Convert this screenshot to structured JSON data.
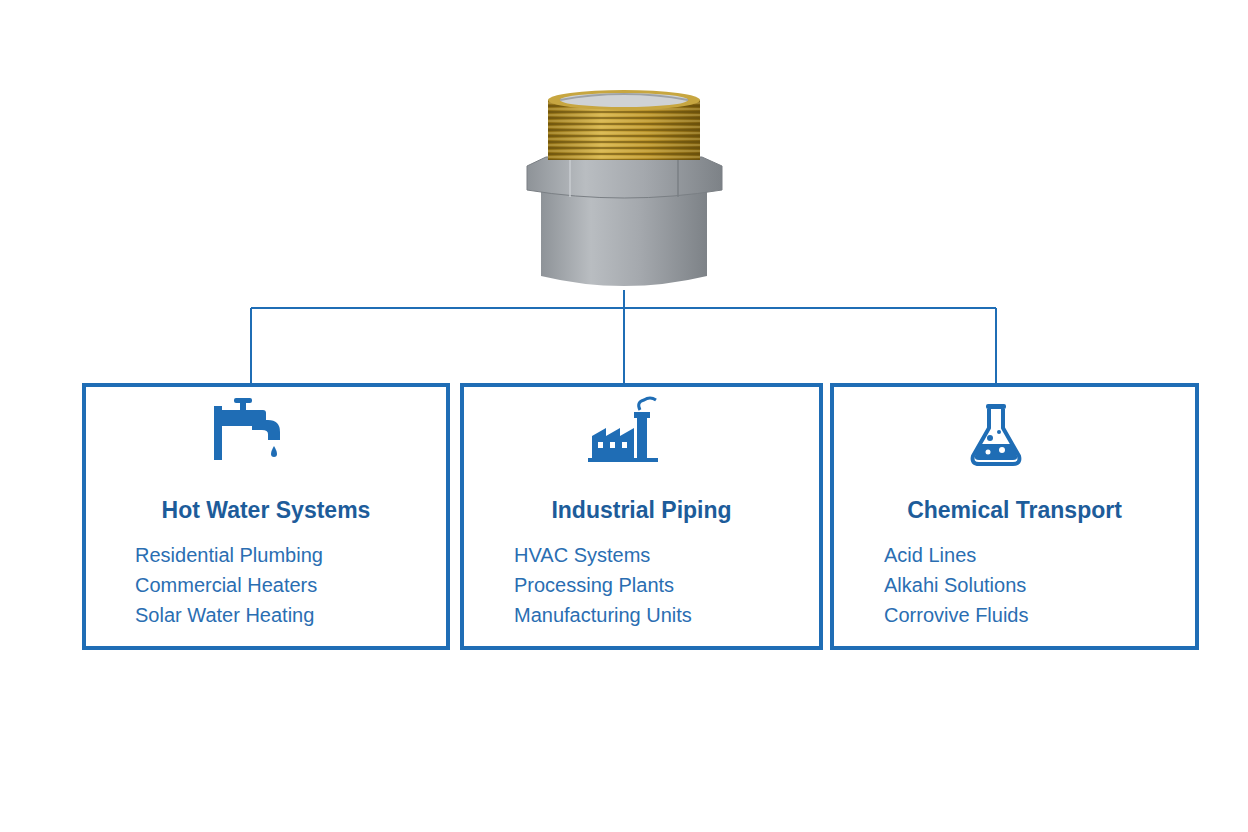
{
  "diagram": {
    "nodes": [
      {
        "text": [
          "Hot Water Systems",
          "Residential Plumbing",
          "Commercial Heaters",
          "Solar Water Heating"
        ]
      },
      {
        "text": [
          "Industrial Piping",
          "HVAC Systems",
          "Processing Plants",
          "Manufacturing Units"
        ]
      },
      {
        "text": [
          "Chemical Transport",
          "Acid Lines",
          "Alkahi Solutions",
          "Corrovive Fluids"
        ]
      }
    ]
  }
}
